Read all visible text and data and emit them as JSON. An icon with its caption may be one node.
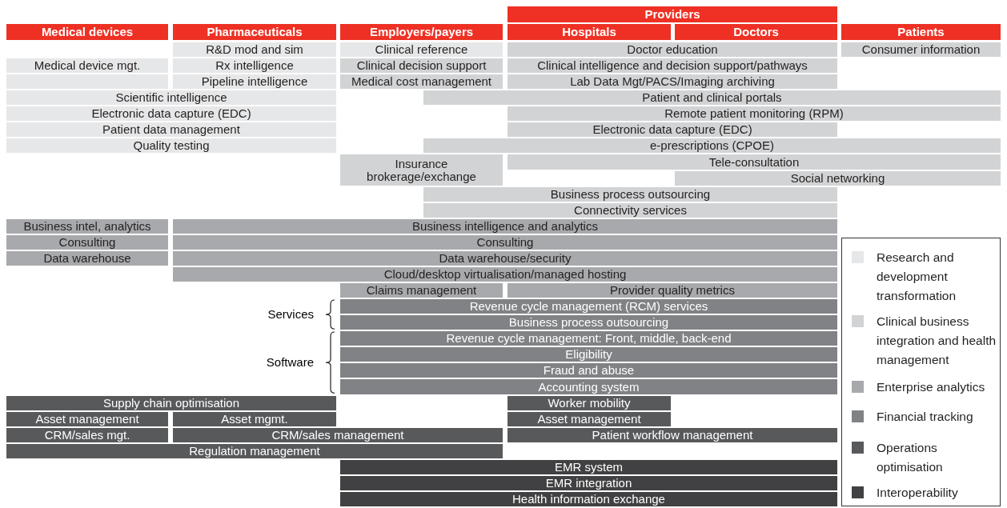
{
  "diagram": {
    "nodes": [
      {
        "text": [
          "Providers"
        ]
      },
      {
        "text": [
          "Medical devices"
        ]
      },
      {
        "text": [
          "Pharmaceuticals"
        ]
      },
      {
        "text": [
          "Employers/payers"
        ]
      },
      {
        "text": [
          "Hospitals"
        ]
      },
      {
        "text": [
          "Doctors"
        ]
      },
      {
        "text": [
          "Patients"
        ]
      },
      {
        "text": [
          "R&D mod and sim"
        ]
      },
      {
        "text": [
          "Clinical reference"
        ]
      },
      {
        "text": [
          "Doctor education"
        ]
      },
      {
        "text": [
          "Consumer information"
        ]
      },
      {
        "text": [
          "Medical device mgt."
        ]
      },
      {
        "text": [
          "Rx intelligence"
        ]
      },
      {
        "text": [
          "Clinical decision support"
        ]
      },
      {
        "text": [
          "Clinical intelligence and decision support/pathways"
        ]
      },
      {
        "text": [],
        "shape": "bar"
      },
      {
        "text": [
          "Pipeline intelligence"
        ]
      },
      {
        "text": [
          "Medical cost management"
        ]
      },
      {
        "text": [
          "Lab Data Mgt/PACS/Imaging archiving"
        ]
      },
      {
        "text": [
          "Scientific intelligence"
        ]
      },
      {
        "text": [
          "Patient and clinical portals"
        ]
      },
      {
        "text": [
          "Electronic data capture (EDC)"
        ]
      },
      {
        "text": [
          "Remote patient monitoring (RPM)"
        ]
      },
      {
        "text": [
          "Patient data management"
        ]
      },
      {
        "text": [
          "Electronic data capture (EDC)"
        ]
      },
      {
        "text": [
          "Quality testing"
        ]
      },
      {
        "text": [
          "e-prescriptions (CPOE)"
        ]
      },
      {
        "text": [
          "Insurance brokerage/exchange"
        ]
      },
      {
        "text": [
          "Tele-consultation"
        ]
      },
      {
        "text": [
          "Social networking"
        ]
      },
      {
        "text": [
          "Business process outsourcing"
        ]
      },
      {
        "text": [
          "Connectivity services"
        ]
      },
      {
        "text": [
          "Business intel, analytics"
        ]
      },
      {
        "text": [
          "Business intelligence and analytics"
        ]
      },
      {
        "text": [
          "Consulting"
        ]
      },
      {
        "text": [
          "Consulting"
        ]
      },
      {
        "text": [
          "Data warehouse"
        ]
      },
      {
        "text": [
          "Data warehouse/security"
        ]
      },
      {
        "text": [
          "Cloud/desktop virtualisation/managed hosting"
        ]
      },
      {
        "text": [
          "Claims management"
        ]
      },
      {
        "text": [
          "Provider quality metrics"
        ]
      },
      {
        "text": [
          "Revenue cycle management (RCM) services"
        ]
      },
      {
        "text": [
          "Business process outsourcing"
        ]
      },
      {
        "text": [
          "Revenue cycle management: Front, middle, back-end"
        ]
      },
      {
        "text": [
          "Eligibility"
        ]
      },
      {
        "text": [
          "Fraud and abuse"
        ]
      },
      {
        "text": [
          "Accounting system"
        ]
      },
      {
        "text": [
          "Supply chain optimisation"
        ]
      },
      {
        "text": [
          "Worker mobility"
        ]
      },
      {
        "text": [
          "Asset management"
        ]
      },
      {
        "text": [
          "Asset mgmt."
        ]
      },
      {
        "text": [
          "Asset management"
        ]
      },
      {
        "text": [
          "CRM/sales mgt."
        ]
      },
      {
        "text": [
          "CRM/sales management"
        ]
      },
      {
        "text": [
          "Patient workflow management"
        ]
      },
      {
        "text": [
          "Regulation management"
        ]
      },
      {
        "text": [
          "EMR system"
        ]
      },
      {
        "text": [
          "EMR integration"
        ]
      },
      {
        "text": [
          "Health information exchange"
        ]
      }
    ],
    "labels": [
      "Services",
      "Software"
    ],
    "legend": [
      {
        "text": "Research and development transformation",
        "color": "#e6e7e8"
      },
      {
        "text": "Clinical business integration and health management",
        "color": "#d1d3d4"
      },
      {
        "text": "Enterprise analytics",
        "color": "#a7a9ac"
      },
      {
        "text": "Financial tracking",
        "color": "#808285"
      },
      {
        "text": "Operations optimisation",
        "color": "#58595b"
      },
      {
        "text": "Interoperability",
        "color": "#414042"
      }
    ]
  }
}
